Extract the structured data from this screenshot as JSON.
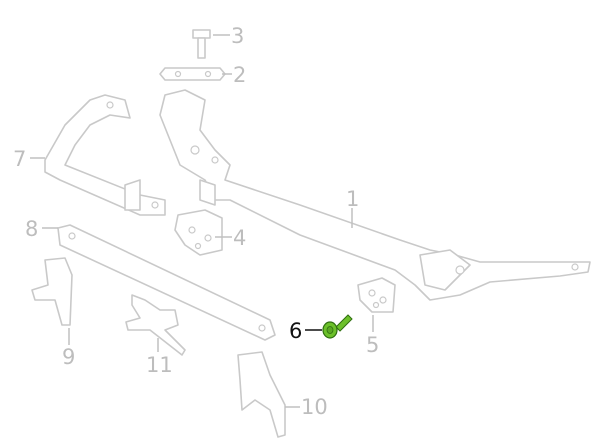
{
  "diagram": {
    "callouts": [
      {
        "number": "1",
        "highlighted": false
      },
      {
        "number": "2",
        "highlighted": false
      },
      {
        "number": "3",
        "highlighted": false
      },
      {
        "number": "4",
        "highlighted": false
      },
      {
        "number": "5",
        "highlighted": false
      },
      {
        "number": "6",
        "highlighted": true
      },
      {
        "number": "7",
        "highlighted": false
      },
      {
        "number": "8",
        "highlighted": false
      },
      {
        "number": "9",
        "highlighted": false
      },
      {
        "number": "10",
        "highlighted": false
      },
      {
        "number": "11",
        "highlighted": false
      }
    ],
    "colors": {
      "part_outline": "#c9c9c9",
      "highlight": "#6cc02a",
      "label": "#bdbdbd",
      "highlight_label": "#111111"
    }
  }
}
